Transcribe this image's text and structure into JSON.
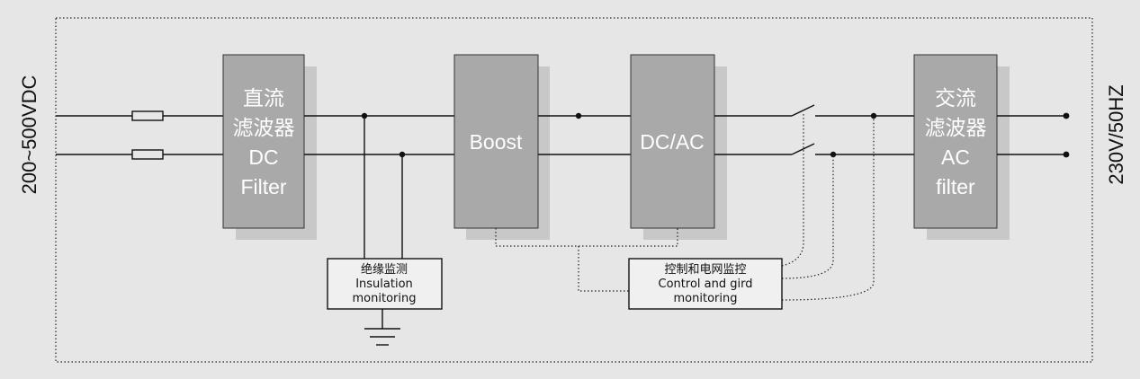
{
  "input_label": "200~500VDC",
  "output_label": "230V/50HZ",
  "dc_filter": {
    "line1": "直流",
    "line2": "滤波器",
    "line3": "DC",
    "line4": "Filter"
  },
  "boost": {
    "label": "Boost"
  },
  "dcac": {
    "label": "DC/AC"
  },
  "ac_filter": {
    "line1": "交流",
    "line2": "滤波器",
    "line3": "AC",
    "line4": "filter"
  },
  "insulation": {
    "line1": "绝缘监测",
    "line2": "Insulation",
    "line3": "monitoring"
  },
  "control": {
    "line1": "控制和电网监控",
    "line2": "Control and gird",
    "line3": "monitoring"
  },
  "colors": {
    "background": "#e6e6e6",
    "block": "#a9a9a9",
    "block_shadow": "#c8c8c8",
    "line": "#111111"
  }
}
